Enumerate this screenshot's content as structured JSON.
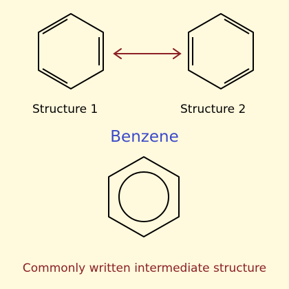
{
  "structure1_label": "Structure 1",
  "structure2_label": "Structure 2",
  "title": "Benzene",
  "caption": "Commonly written intermediate structure",
  "colors": {
    "background": "#fff9dd",
    "title": "#3a49c9",
    "arrow": "#8a1f24",
    "caption": "#8a1f24",
    "structure": "#000000"
  }
}
